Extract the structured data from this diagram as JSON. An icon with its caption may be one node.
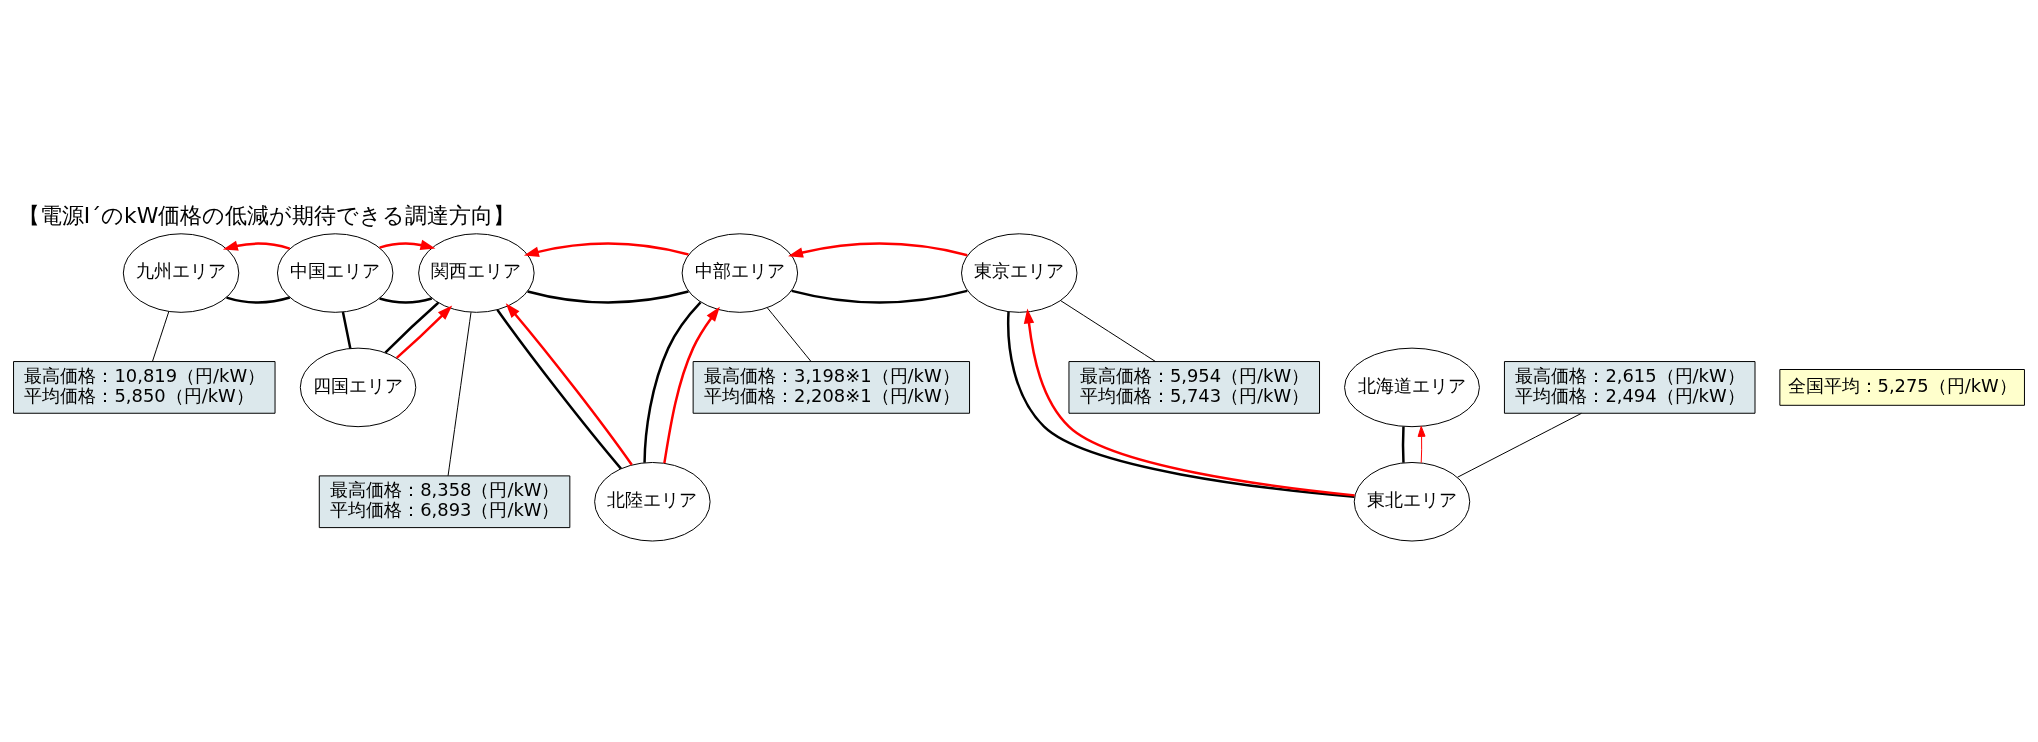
{
  "diagram": {
    "title": "【電源Ⅰ´のkW価格の低減が期待できる調達方向】",
    "nodes": [
      {
        "text": [
          "全国平均：5,275（円/kW）"
        ]
      },
      {
        "text": [
          "北海道エリア"
        ]
      },
      {
        "text": [
          "最高価格：8,358（円/kW）",
          "平均価格：6,893（円/kW）"
        ]
      },
      {
        "text": [
          "北陸エリア"
        ]
      },
      {
        "text": [
          "東北エリア"
        ]
      },
      {
        "text": [
          "九州エリア"
        ]
      },
      {
        "text": [
          "中国エリア"
        ]
      },
      {
        "text": [
          "関西エリア"
        ]
      },
      {
        "text": [
          "中部エリア"
        ]
      },
      {
        "text": [
          "東京エリア"
        ]
      },
      {
        "text": [
          "最高価格：2,615（円/kW）",
          "平均価格：2,494（円/kW）"
        ]
      },
      {
        "text": [
          "最高価格：10,819（円/kW）",
          "平均価格：5,850（円/kW）"
        ]
      },
      {
        "text": [
          "四国エリア"
        ]
      },
      {
        "text": [
          "最高価格：3,198※1（円/kW）",
          "平均価格：2,208※1（円/kW）"
        ]
      },
      {
        "text": [
          "最高価格：5,954（円/kW）",
          "平均価格：5,743（円/kW）"
        ]
      }
    ],
    "edges": [
      {
        "from": 5,
        "to": 6,
        "arrow": "none"
      },
      {
        "from": 6,
        "to": 7,
        "arrow": "none"
      },
      {
        "from": 7,
        "to": 8,
        "arrow": "none"
      },
      {
        "from": 8,
        "to": 9,
        "arrow": "none"
      },
      {
        "from": 1,
        "to": 4,
        "arrow": "none"
      },
      {
        "from": 9,
        "to": 4,
        "arrow": "none"
      },
      {
        "from": 3,
        "to": 7,
        "arrow": "none"
      },
      {
        "from": 3,
        "to": 8,
        "arrow": "none"
      },
      {
        "from": 6,
        "to": 12,
        "arrow": "none"
      },
      {
        "from": 12,
        "to": 7,
        "arrow": "none"
      },
      {
        "from": 2,
        "to": 7,
        "arrow": "none"
      },
      {
        "from": 10,
        "to": 4,
        "arrow": "none"
      },
      {
        "from": 11,
        "to": 5,
        "arrow": "none"
      },
      {
        "from": 13,
        "to": 8,
        "arrow": "none"
      },
      {
        "from": 14,
        "to": 9,
        "arrow": "none"
      },
      {
        "from": 4,
        "to": 1,
        "arrow": "to",
        "color": "#ff0000"
      },
      {
        "from": 4,
        "to": 9,
        "arrow": "to",
        "color": "#ff0000"
      },
      {
        "from": 9,
        "to": 8,
        "arrow": "to",
        "color": "#ff0000"
      },
      {
        "from": 8,
        "to": 7,
        "arrow": "to",
        "color": "#ff0000"
      },
      {
        "from": 3,
        "to": 8,
        "arrow": "to",
        "color": "#ff0000"
      },
      {
        "from": 3,
        "to": 7,
        "arrow": "to",
        "color": "#ff0000"
      },
      {
        "from": 6,
        "to": 5,
        "arrow": "to",
        "color": "#ff0000"
      },
      {
        "from": 6,
        "to": 7,
        "arrow": "to",
        "color": "#ff0000"
      },
      {
        "from": 12,
        "to": 7,
        "arrow": "to",
        "color": "#ff0000"
      }
    ]
  }
}
